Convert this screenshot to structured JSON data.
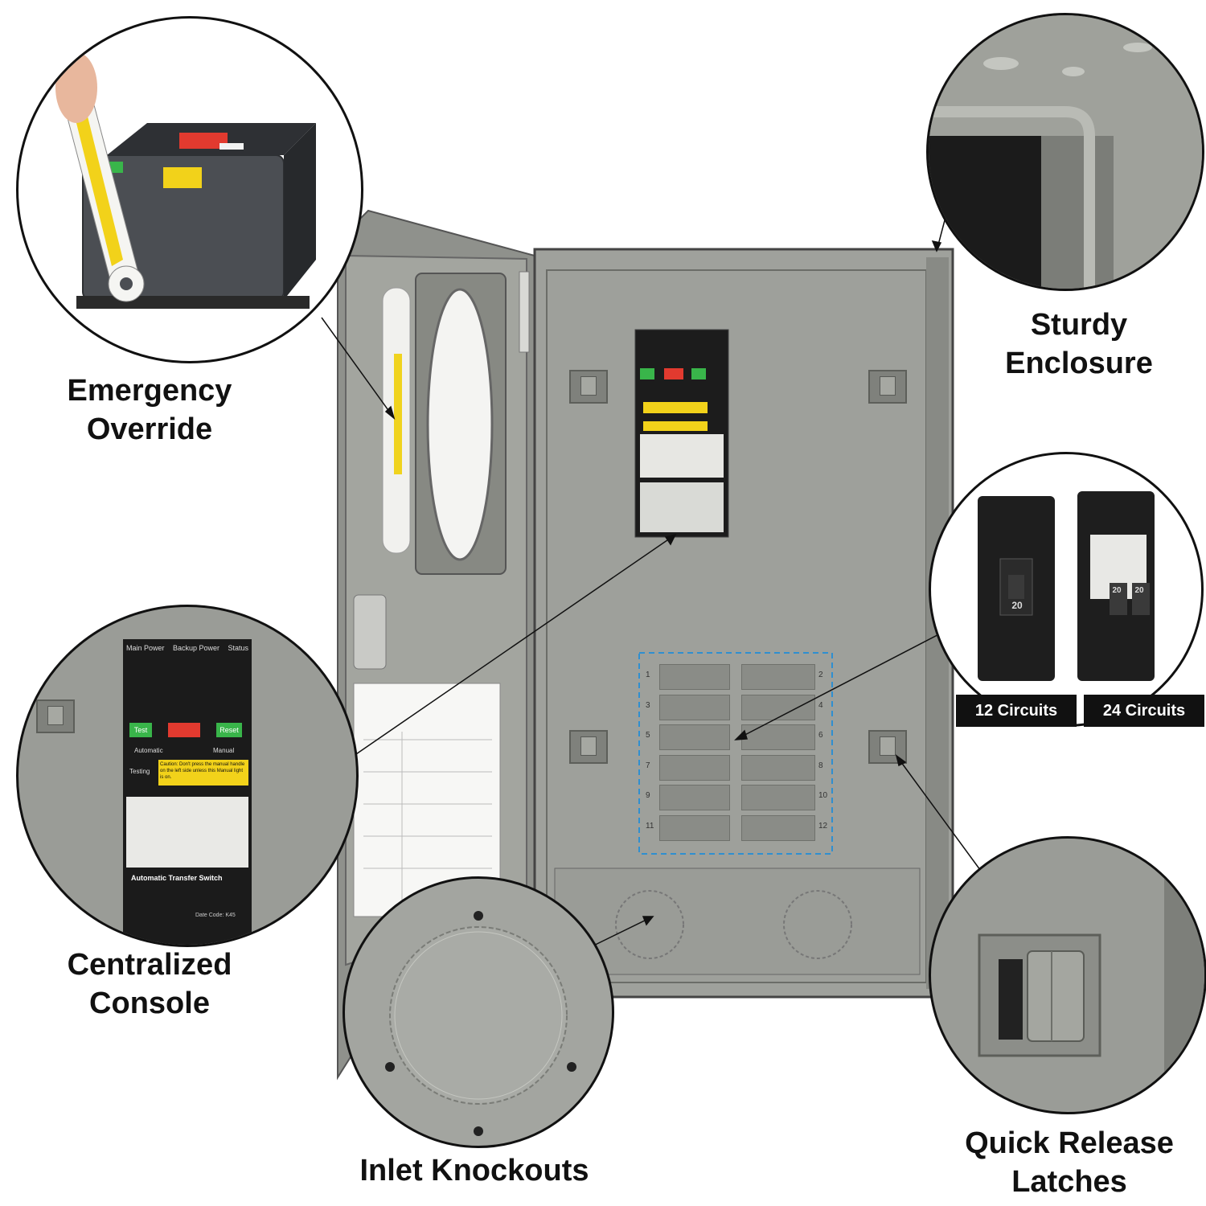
{
  "callouts": {
    "emergency_override": {
      "line1": "Emergency",
      "line2": "Override"
    },
    "sturdy_enclosure": {
      "line1": "Sturdy",
      "line2": "Enclosure"
    },
    "centralized_console": {
      "line1": "Centralized",
      "line2": "Console"
    },
    "inlet_knockouts": "Inlet Knockouts",
    "quick_release_latches": {
      "line1": "Quick Release",
      "line2": "Latches"
    }
  },
  "breaker_badges": {
    "single": "12 Circuits",
    "tandem": "24 Circuits"
  },
  "breaker_ratings": {
    "single": "20",
    "tandem_left": "20",
    "tandem_right": "20"
  },
  "slot_numbers": {
    "left": [
      "1",
      "3",
      "5",
      "7",
      "9",
      "11"
    ],
    "right": [
      "2",
      "4",
      "6",
      "8",
      "10",
      "12"
    ]
  },
  "console": {
    "title": "Automatic Transfer Switch",
    "main_power": "Main Power",
    "backup_power": "Backup Power",
    "status": "Status",
    "test_button": "Test",
    "reset_button": "Reset",
    "automatic": "Automatic",
    "manual": "Manual",
    "testing": "Testing",
    "caution": "Caution: Don't press the manual handle on the left side unless this Manual light is on.",
    "date_code": "Date Code: K45"
  },
  "colors": {
    "enclosure": "#9c9e99",
    "enclosure_dark": "#7d7f7a",
    "knockout_outline": "#2f8fd0",
    "caution_yellow": "#f2d21a",
    "indicator_green": "#39b54a",
    "indicator_red": "#e23a2f"
  },
  "icons": [
    "hand-icon",
    "override-handle-icon",
    "door-hinge-icon",
    "latch-icon"
  ]
}
